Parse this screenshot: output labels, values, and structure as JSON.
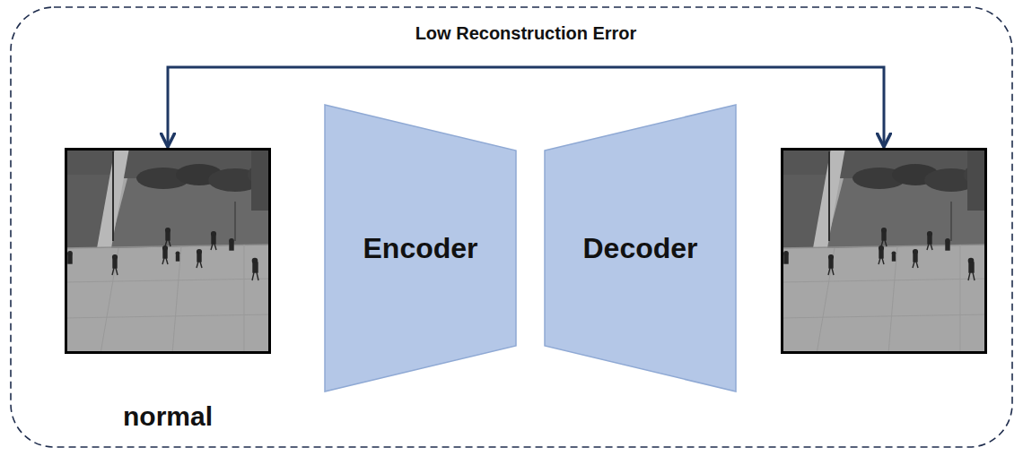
{
  "diagram": {
    "nodes": [
      {
        "text": [
          "normal"
        ]
      },
      {
        "text": [
          "Encoder"
        ]
      },
      {
        "text": [
          "Decoder"
        ]
      },
      {
        "text": []
      }
    ],
    "edges": [
      {
        "from": 0,
        "to": 3,
        "label": "Low Reconstruction Error",
        "arrow": "both"
      }
    ]
  }
}
